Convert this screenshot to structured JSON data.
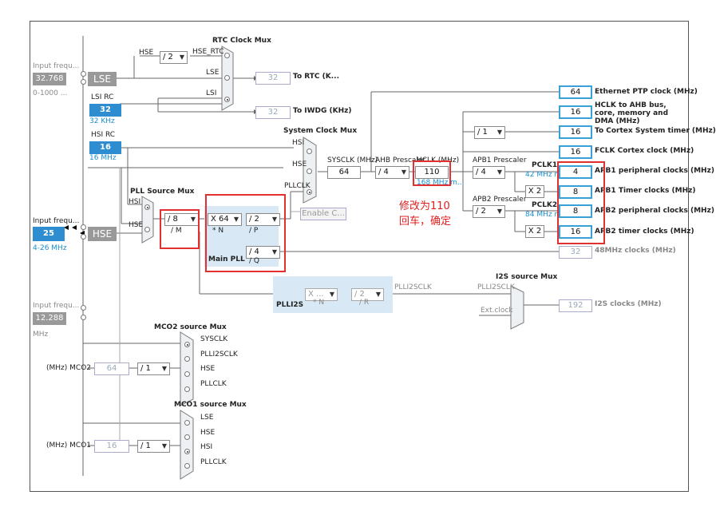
{
  "title_rtc_mux": "RTC Clock Mux",
  "title_sys_mux": "System Clock Mux",
  "title_pll_src": "PLL Source Mux",
  "title_main_pll": "Main PLL",
  "title_i2s_mux": "I2S source Mux",
  "title_mco2": "MCO2 source Mux",
  "title_mco1": "MCO1 source Mux",
  "input_freq_label": "Input frequ...",
  "lse_freq": "32.768",
  "lse_range": "0-1000 ...",
  "lse_label": "LSE",
  "lsi_label": "LSI RC",
  "lsi_value": "32",
  "lsi_unit": "32 KHz",
  "hsi_label": "HSI RC",
  "hsi_value": "16",
  "hsi_unit": "16 MHz",
  "hse_freq": "25",
  "hse_range": "4-26 MHz",
  "hse_label": "HSE",
  "ext_freq": "12.288",
  "ext_unit": "MHz",
  "rtc_hse_div": "/ 2",
  "rtc_inputs": [
    "HSE",
    "HSE_RTC",
    "LSE",
    "LSI"
  ],
  "rtc_out_value": "32",
  "rtc_out_label": "To RTC (K...",
  "iwdg_value": "32",
  "iwdg_label": "To IWDG (KHz)",
  "sys_inputs": [
    "HSI",
    "HSE",
    "PLLCLK"
  ],
  "sysclk_label": "SYSCLK (MHz)",
  "sysclk_value": "64",
  "ahb_label": "AHB Prescaler",
  "ahb_value": "/ 4",
  "hclk_label": "HCLK (MHz)",
  "hclk_value": "110",
  "hclk_max": "168 MHz m...",
  "apb1_label": "APB1 Prescaler",
  "apb1_value": "/ 4",
  "apb2_label": "APB2 Prescaler",
  "apb2_value": "/ 2",
  "pclk1_label": "PCLK1",
  "pclk1_max": "42 MHz m...",
  "pclk2_label": "PCLK2",
  "pclk2_max": "84 MHz m...",
  "x2a": "X 2",
  "x2b": "X 2",
  "cortex_div": "/ 1",
  "pll_src_inputs": [
    "HSI",
    "HSE"
  ],
  "pll_m_value": "/ 8",
  "pll_m_label": "/ M",
  "pll_n_value": "X 64",
  "pll_n_label": "* N",
  "pll_p_value": "/ 2",
  "pll_p_label": "/ P",
  "pll_q_value": "/ 4",
  "pll_q_label": "/ Q",
  "enable_css": "Enable C...",
  "plli2s_label": "PLLI2S",
  "plli2s_n": "X ...",
  "plli2s_n_label": "* N",
  "plli2s_r": "/ 2",
  "plli2s_r_label": "/ R",
  "plli2sclk_label": "PLLI2SCLK",
  "i2s_inputs": [
    "PLLI2SCLK",
    "Ext.clock"
  ],
  "i2s_value": "192",
  "i2s_label": "I2S clocks (MHz)",
  "outputs": [
    {
      "value": "64",
      "label": "Ethernet PTP clock (MHz)"
    },
    {
      "value": "16",
      "label": "HCLK to AHB bus, core, memory and DMA (MHz)"
    },
    {
      "value": "16",
      "label": "To Cortex System timer (MHz)"
    },
    {
      "value": "16",
      "label": "FCLK Cortex clock (MHz)"
    },
    {
      "value": "4",
      "label": "APB1 peripheral clocks (MHz)"
    },
    {
      "value": "8",
      "label": "APB1 Timer clocks (MHz)"
    },
    {
      "value": "8",
      "label": "APB2 peripheral clocks (MHz)"
    },
    {
      "value": "16",
      "label": "APB2 timer clocks (MHz)"
    }
  ],
  "usb_value": "32",
  "usb_label": "48MHz clocks (MHz)",
  "mco2_inputs": [
    "SYSCLK",
    "PLLI2SCLK",
    "HSE",
    "PLLCLK"
  ],
  "mco2_out_label": "(MHz) MCO2",
  "mco2_value": "64",
  "mco2_div": "/ 1",
  "mco1_inputs": [
    "LSE",
    "HSE",
    "HSI",
    "PLLCLK"
  ],
  "mco1_out_label": "(MHz) MCO1",
  "mco1_value": "16",
  "mco1_div": "/ 1",
  "annotation_line1": "修改为110",
  "annotation_line2": "回车，确定",
  "colors": {
    "accent": "#2d8dd0",
    "highlight": "#e03030",
    "pll_bg": "#d8e9f5"
  }
}
